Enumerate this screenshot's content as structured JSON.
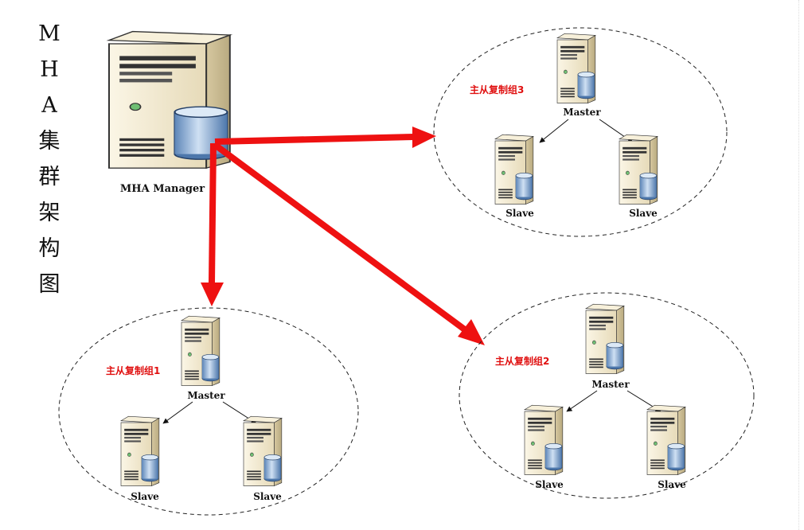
{
  "title_chars": [
    "M",
    "H",
    "A",
    "集",
    "群",
    "架",
    "构",
    "图"
  ],
  "manager": {
    "label": "MHA Manager"
  },
  "groups": [
    {
      "label": "主从复制组3",
      "master": "Master",
      "slaves": [
        "Slave",
        "Slave"
      ]
    },
    {
      "label": "主从复制组1",
      "master": "Master",
      "slaves": [
        "Slave",
        "Slave"
      ]
    },
    {
      "label": "主从复制组2",
      "master": "Master",
      "slaves": [
        "Slave",
        "Slave"
      ]
    }
  ],
  "colors": {
    "arrow": "#ee1111",
    "group_label": "#e01010",
    "server_body": "#f3ead0"
  }
}
